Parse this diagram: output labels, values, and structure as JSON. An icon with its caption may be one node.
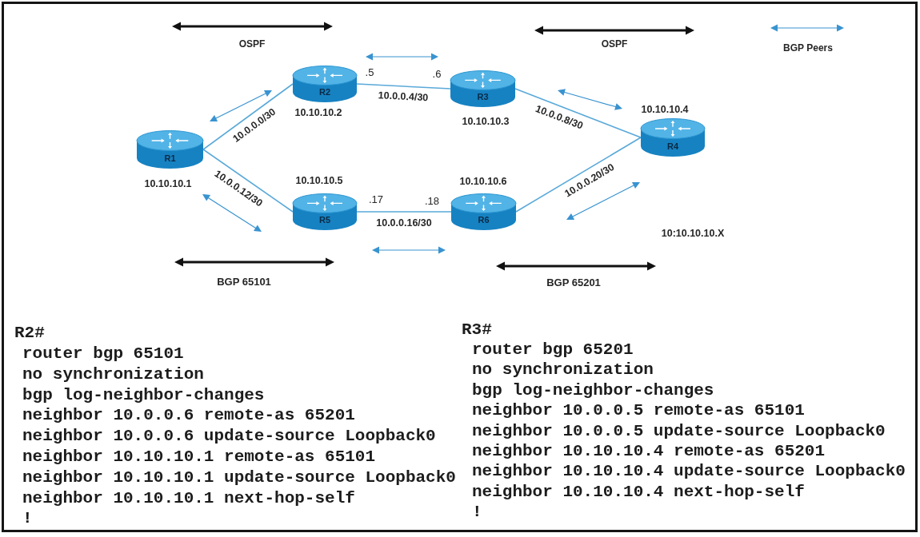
{
  "diagram": {
    "nodes": [
      {
        "text": [
          "R1"
        ],
        "beside": [
          "10.10.10.1"
        ]
      },
      {
        "text": [
          "R2"
        ],
        "beside": [
          "10.10.10.2"
        ]
      },
      {
        "text": [
          "R3"
        ],
        "beside": [
          "10.10.10.3"
        ]
      },
      {
        "text": [
          "R4"
        ],
        "beside": [
          "10.10.10.4"
        ]
      },
      {
        "text": [
          "R5"
        ],
        "beside": [
          "10.10.10.5"
        ]
      },
      {
        "text": [
          "R6"
        ],
        "beside": [
          "10.10.10.6"
        ]
      }
    ],
    "edges": [
      {
        "from": 0,
        "to": 1,
        "label": "10.0.0.0/30",
        "arrow": "none"
      },
      {
        "from": 1,
        "to": 2,
        "label": "10.0.0.4/30",
        "arrow": "none"
      },
      {
        "from": 2,
        "to": 3,
        "label": "10.0.0.8/30",
        "arrow": "none"
      },
      {
        "from": 0,
        "to": 4,
        "label": "10.0.0.12/30",
        "arrow": "none"
      },
      {
        "from": 4,
        "to": 5,
        "label": "10.0.0.16/30",
        "arrow": "none"
      },
      {
        "from": 5,
        "to": 3,
        "label": "10.0.0.20/30",
        "arrow": "none"
      }
    ],
    "labels": [
      "OSPF",
      "OSPF",
      ".5",
      ".6",
      ".17",
      ".18",
      "10:10.10.10.X",
      "BGP 65101",
      "BGP 65201",
      "R2#",
      "router bgp 65101",
      "no synchronization",
      "bgp log-neighbor-changes",
      "neighbor 10.0.0.6 remote-as 65201",
      "neighbor 10.0.0.6 update-source Loopback0",
      "neighbor 10.10.10.1 remote-as 65101",
      "neighbor 10.10.10.1 update-source Loopback0",
      "neighbor 10.10.10.1 next-hop-self",
      "!",
      "R3#",
      "router bgp 65201",
      "no synchronization",
      "bgp log-neighbor-changes",
      "neighbor 10.0.0.5 remote-as 65101",
      "neighbor 10.0.0.5 update-source Loopback0",
      "neighbor 10.10.10.4 remote-as 65201",
      "neighbor 10.10.10.4 update-source Loopback0",
      "neighbor 10.10.10.4 next-hop-self",
      "!"
    ],
    "legend": [
      {
        "text": "BGP Peers"
      }
    ]
  }
}
